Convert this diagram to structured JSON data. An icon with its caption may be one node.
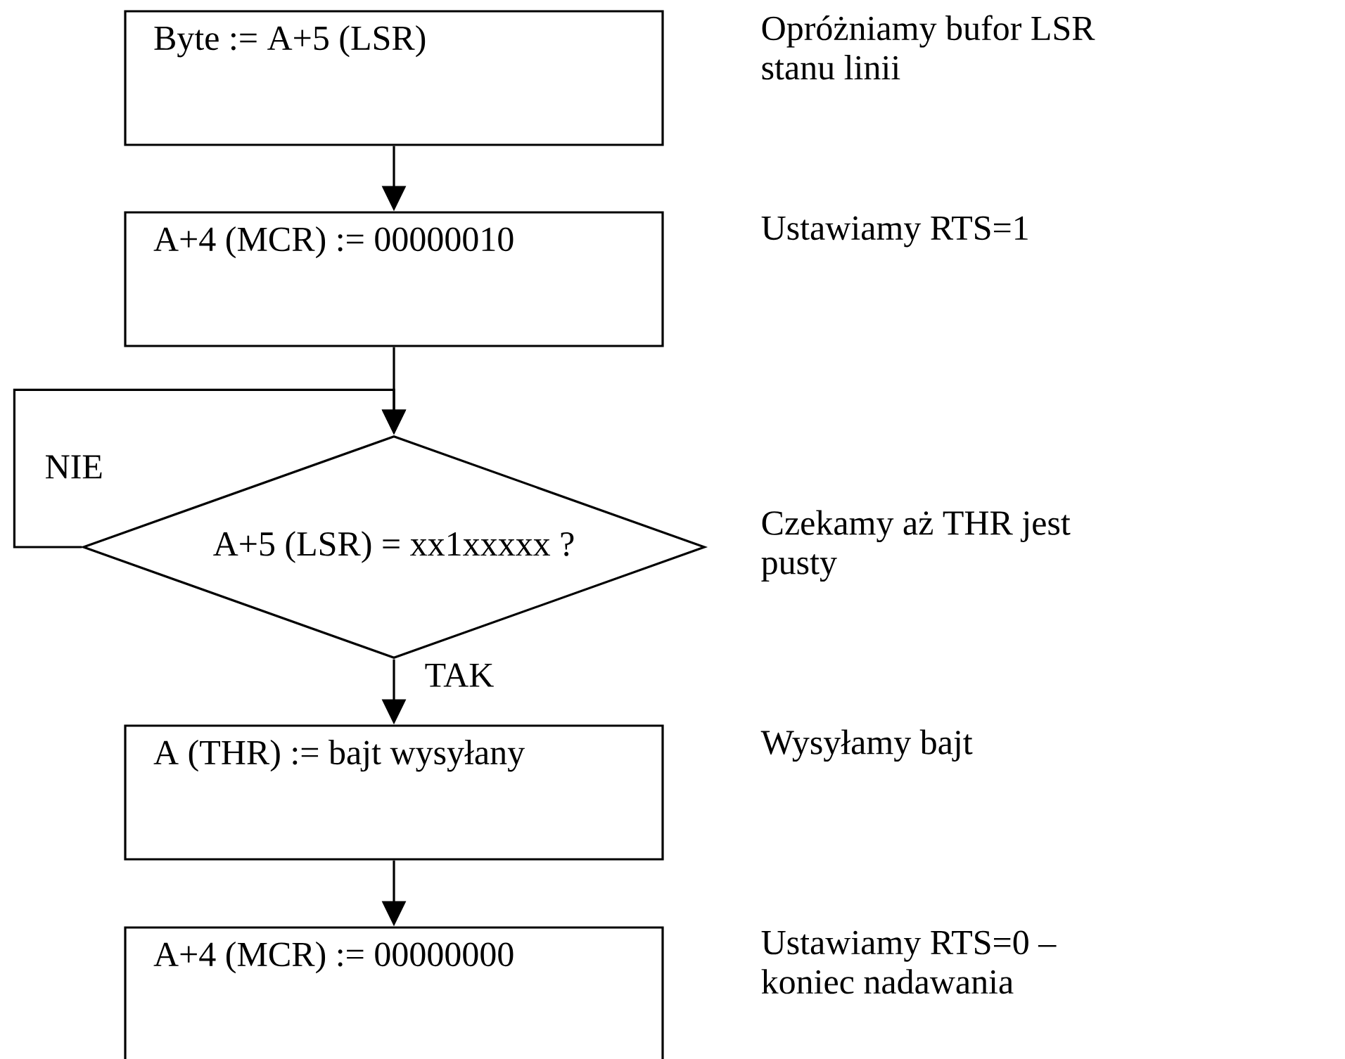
{
  "diagram": {
    "nodes": [
      {
        "text": [
          "Byte := A+5 (LSR)"
        ],
        "beside": [
          "Opróżniamy bufor LSR stanu linii"
        ]
      },
      {
        "text": [
          "A+4 (MCR) := 00000010"
        ],
        "beside": [
          "Ustawiamy RTS=1"
        ]
      },
      {
        "text": [
          "A+5 (LSR) = xx1xxxxx ?"
        ],
        "beside": [
          "Czekamy aż THR jest pusty"
        ]
      },
      {
        "text": [
          "A (THR) := bajt wysyłany"
        ],
        "beside": [
          "Wysyłamy bajt"
        ]
      },
      {
        "text": [
          "A+4 (MCR) := 00000000"
        ],
        "beside": [
          "Ustawiamy RTS=0 – koniec nadawania"
        ]
      }
    ],
    "edges": [
      {
        "from": 0,
        "to": 1,
        "arrow": "to"
      },
      {
        "from": 1,
        "to": 2,
        "arrow": "to"
      },
      {
        "from": 2,
        "to": 2,
        "arrow": "to",
        "label": "NIE"
      },
      {
        "from": 2,
        "to": 3,
        "arrow": "to",
        "label": "TAK"
      },
      {
        "from": 3,
        "to": 4,
        "arrow": "to"
      }
    ]
  }
}
